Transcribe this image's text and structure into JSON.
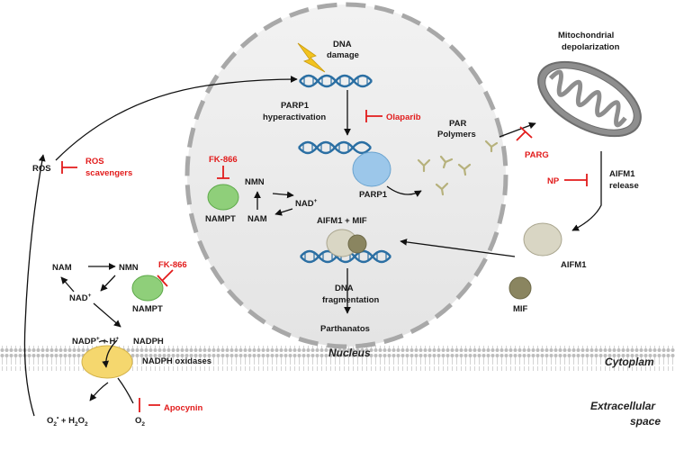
{
  "labels": {
    "dna_damage": [
      "DNA",
      "damage"
    ],
    "parp1_hyper": [
      "PARP1",
      "hyperactivation"
    ],
    "olaparib": "Olaparib",
    "par_polymers": [
      "PAR",
      "Polymers"
    ],
    "parg": "PARG",
    "mito": [
      "Mitochondrial",
      "depolarization"
    ],
    "np": "NP",
    "aifm1_release": [
      "AIFM1",
      "release"
    ],
    "aifm1": "AIFM1",
    "mif": "MIF",
    "parp1": "PARP1",
    "fk866_nucleus": "FK-866",
    "nmn_nucleus": "NMN",
    "nad_nucleus": "NAD",
    "nam_nucleus": "NAM",
    "nampt_nucleus": "NAMPT",
    "aifm1_mif": "AIFM1 + MIF",
    "dna_frag": [
      "DNA",
      "fragmentation"
    ],
    "parthanatos": "Parthanatos",
    "nucleus": "Nucleus",
    "ros": "ROS",
    "ros_scavengers": [
      "ROS",
      "scavengers"
    ],
    "nam_cyto": "NAM",
    "nmn_cyto": "NMN",
    "fk866_cyto": "FK-866",
    "nad_cyto": "NAD",
    "nampt_cyto": "NAMPT",
    "nadp": "NADP",
    "plus_h": " + H",
    "nadph": "NADPH",
    "nadph_oxidases": "NADPH oxidases",
    "apocynin": "Apocynin",
    "o2_sup": "O",
    "h2o2": " + H",
    "o2": "O",
    "cytoplasm": "Cytoplam",
    "extracellular": [
      "Extracellular",
      "space"
    ]
  },
  "colors": {
    "inhibitor": "#e21b1b",
    "nampt_green": "#8fcf7a",
    "parp1_blue": "#9cc7ea",
    "dna_blue": "#2b6fa3",
    "aifm1_beige": "#d9d6c4",
    "mif_olive": "#8a8560",
    "nadph_oxidase_yellow": "#f5d76e",
    "par_polymer": "#b6b17c",
    "nucleus_fill": "#ececec",
    "mito_gray": "#8e8e8e",
    "lightning": "#f2c31f"
  }
}
